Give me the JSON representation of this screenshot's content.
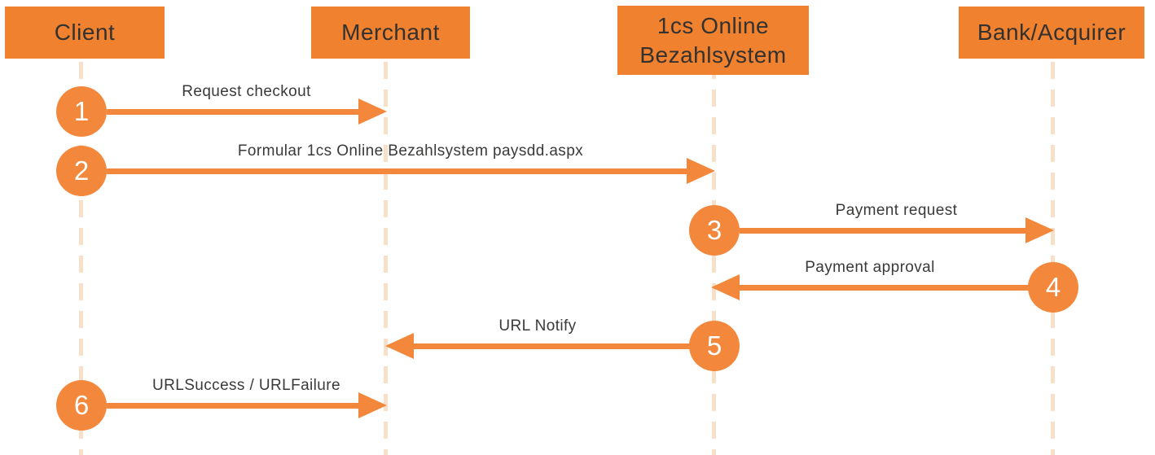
{
  "diagram": {
    "type": "sequence-flow",
    "colors": {
      "actor_box_fill": "#F0812F",
      "arrow_fill": "#F3883D",
      "lifeline": "#F8E0C8",
      "label_text": "#3B3A39",
      "actor_text": "#333231",
      "step_number_text": "#FFFFFF",
      "background": "#FFFFFF"
    },
    "actors": [
      {
        "label": "Client"
      },
      {
        "label": "Merchant"
      },
      {
        "label": "1cs Online Bezahlsystem"
      },
      {
        "label": "Bank/Acquirer"
      }
    ],
    "messages": [
      {
        "number": "1",
        "label": "Request checkout",
        "from": "Client",
        "to": "Merchant",
        "direction": "right"
      },
      {
        "number": "2",
        "label": "Formular 1cs Online Bezahlsystem paysdd.aspx",
        "from": "Client",
        "to": "1cs Online Bezahlsystem",
        "direction": "right"
      },
      {
        "number": "3",
        "label": "Payment request",
        "from": "1cs Online Bezahlsystem",
        "to": "Bank/Acquirer",
        "direction": "right"
      },
      {
        "number": "4",
        "label": "Payment approval",
        "from": "Bank/Acquirer",
        "to": "1cs Online Bezahlsystem",
        "direction": "left"
      },
      {
        "number": "5",
        "label": "URL Notify",
        "from": "1cs Online Bezahlsystem",
        "to": "Merchant",
        "direction": "left"
      },
      {
        "number": "6",
        "label": "URLSuccess / URLFailure",
        "from": "Client",
        "to": "Merchant",
        "direction": "right"
      }
    ]
  }
}
